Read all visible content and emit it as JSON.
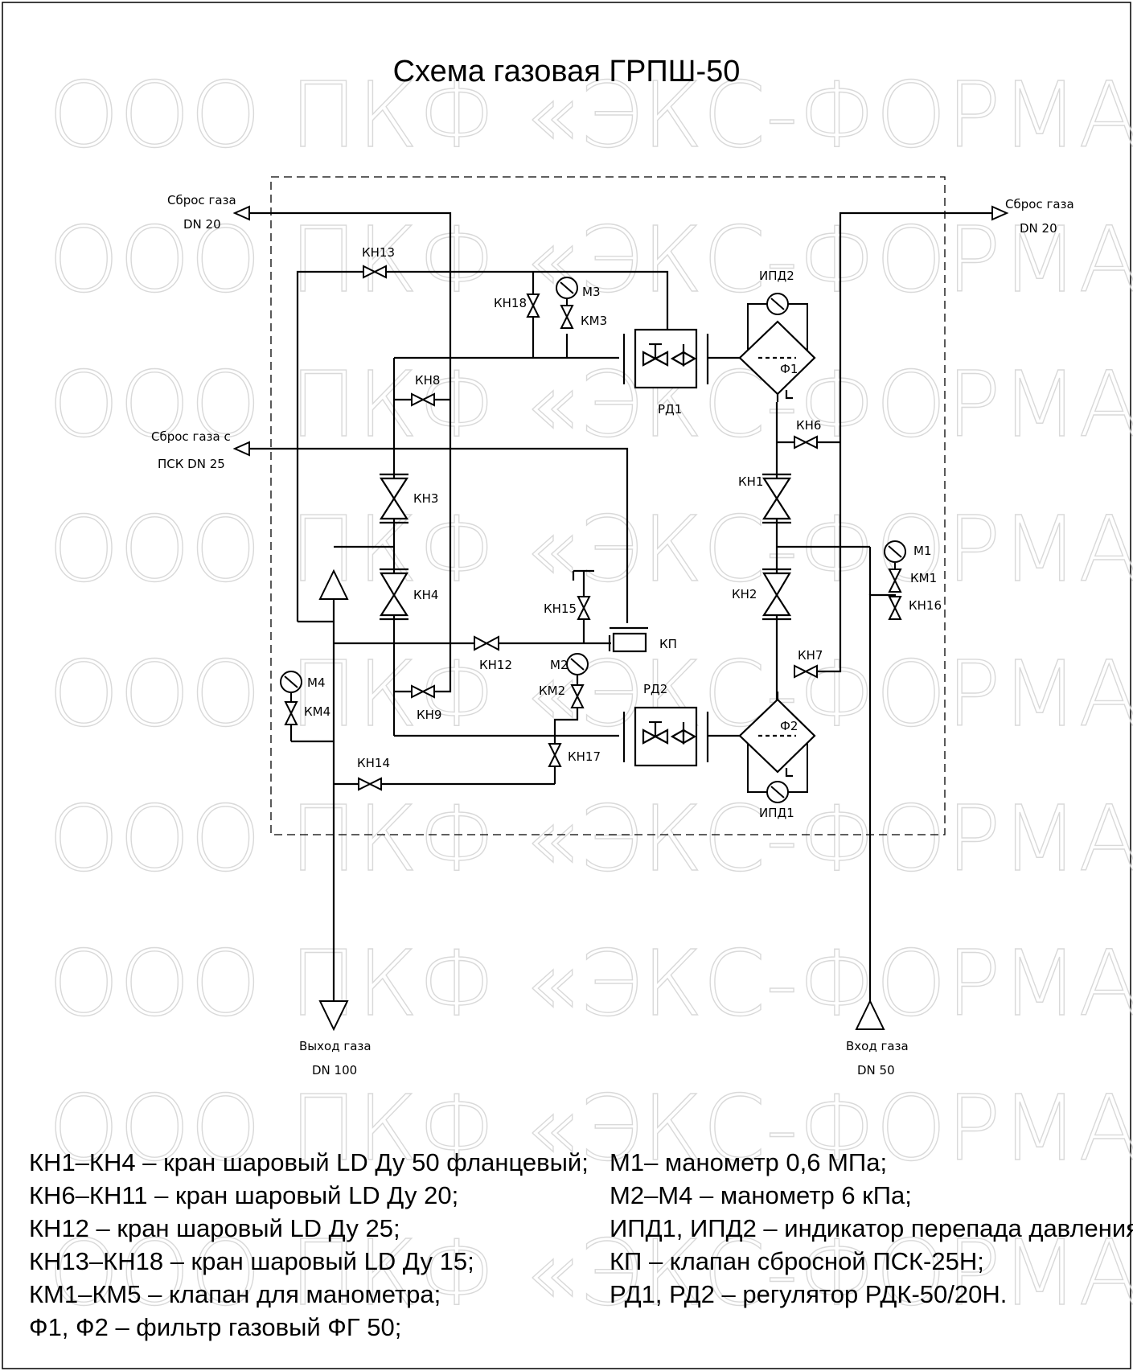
{
  "watermark": "ООО ПКФ «ЭКС-ФОРМА»",
  "title": "Схема газовая ГРПШ-50",
  "diagram": {
    "terminals": {
      "vent_top_left": [
        "Сброс газа",
        "DN 20"
      ],
      "vent_top_right": [
        "Сброс газа",
        "DN 20"
      ],
      "vent_psk": [
        "Сброс газа с",
        "ПСК DN 25"
      ],
      "outlet": [
        "Выход газа",
        "DN 100"
      ],
      "inlet": [
        "Вход газа",
        "DN 50"
      ]
    },
    "labels": {
      "kn1": "КН1",
      "kn2": "КН2",
      "kn3": "КН3",
      "kn4": "КН4",
      "kn6": "КН6",
      "kn7": "КН7",
      "kn8": "КН8",
      "kn9": "КН9",
      "kn12": "КН12",
      "kn13": "КН13",
      "kn14": "КН14",
      "kn15": "КН15",
      "kn16": "КН16",
      "kn17": "КН17",
      "kn18": "КН18",
      "km1": "КМ1",
      "km2": "КМ2",
      "km3": "КМ3",
      "km4": "КМ4",
      "m1": "М1",
      "m2": "М2",
      "m3": "М3",
      "m4": "М4",
      "ipd1": "ИПД1",
      "ipd2": "ИПД2",
      "f1": "Ф1",
      "f2": "Ф2",
      "rd1": "РД1",
      "rd2": "РД2",
      "kp": "КП"
    }
  },
  "legend": {
    "left": [
      "КН1–КН4 – кран шаровый LD Ду 50 фланцевый;",
      "КН6–КН11 – кран шаровый LD Ду 20;",
      "КН12 – кран шаровый LD Ду 25;",
      "КН13–КН18 – кран шаровый LD Ду 15;",
      "КМ1–КМ5 – клапан для манометра;",
      "Ф1, Ф2 – фильтр газовый ФГ 50;"
    ],
    "right": [
      "М1– манометр 0,6 МПа;",
      "М2–М4 – манометр 6 кПа;",
      "ИПД1, ИПД2 – индикатор перепада давления;",
      "КП – клапан сбросной ПСК-25Н;",
      "РД1, РД2 – регулятор РДК-50/20Н."
    ]
  }
}
